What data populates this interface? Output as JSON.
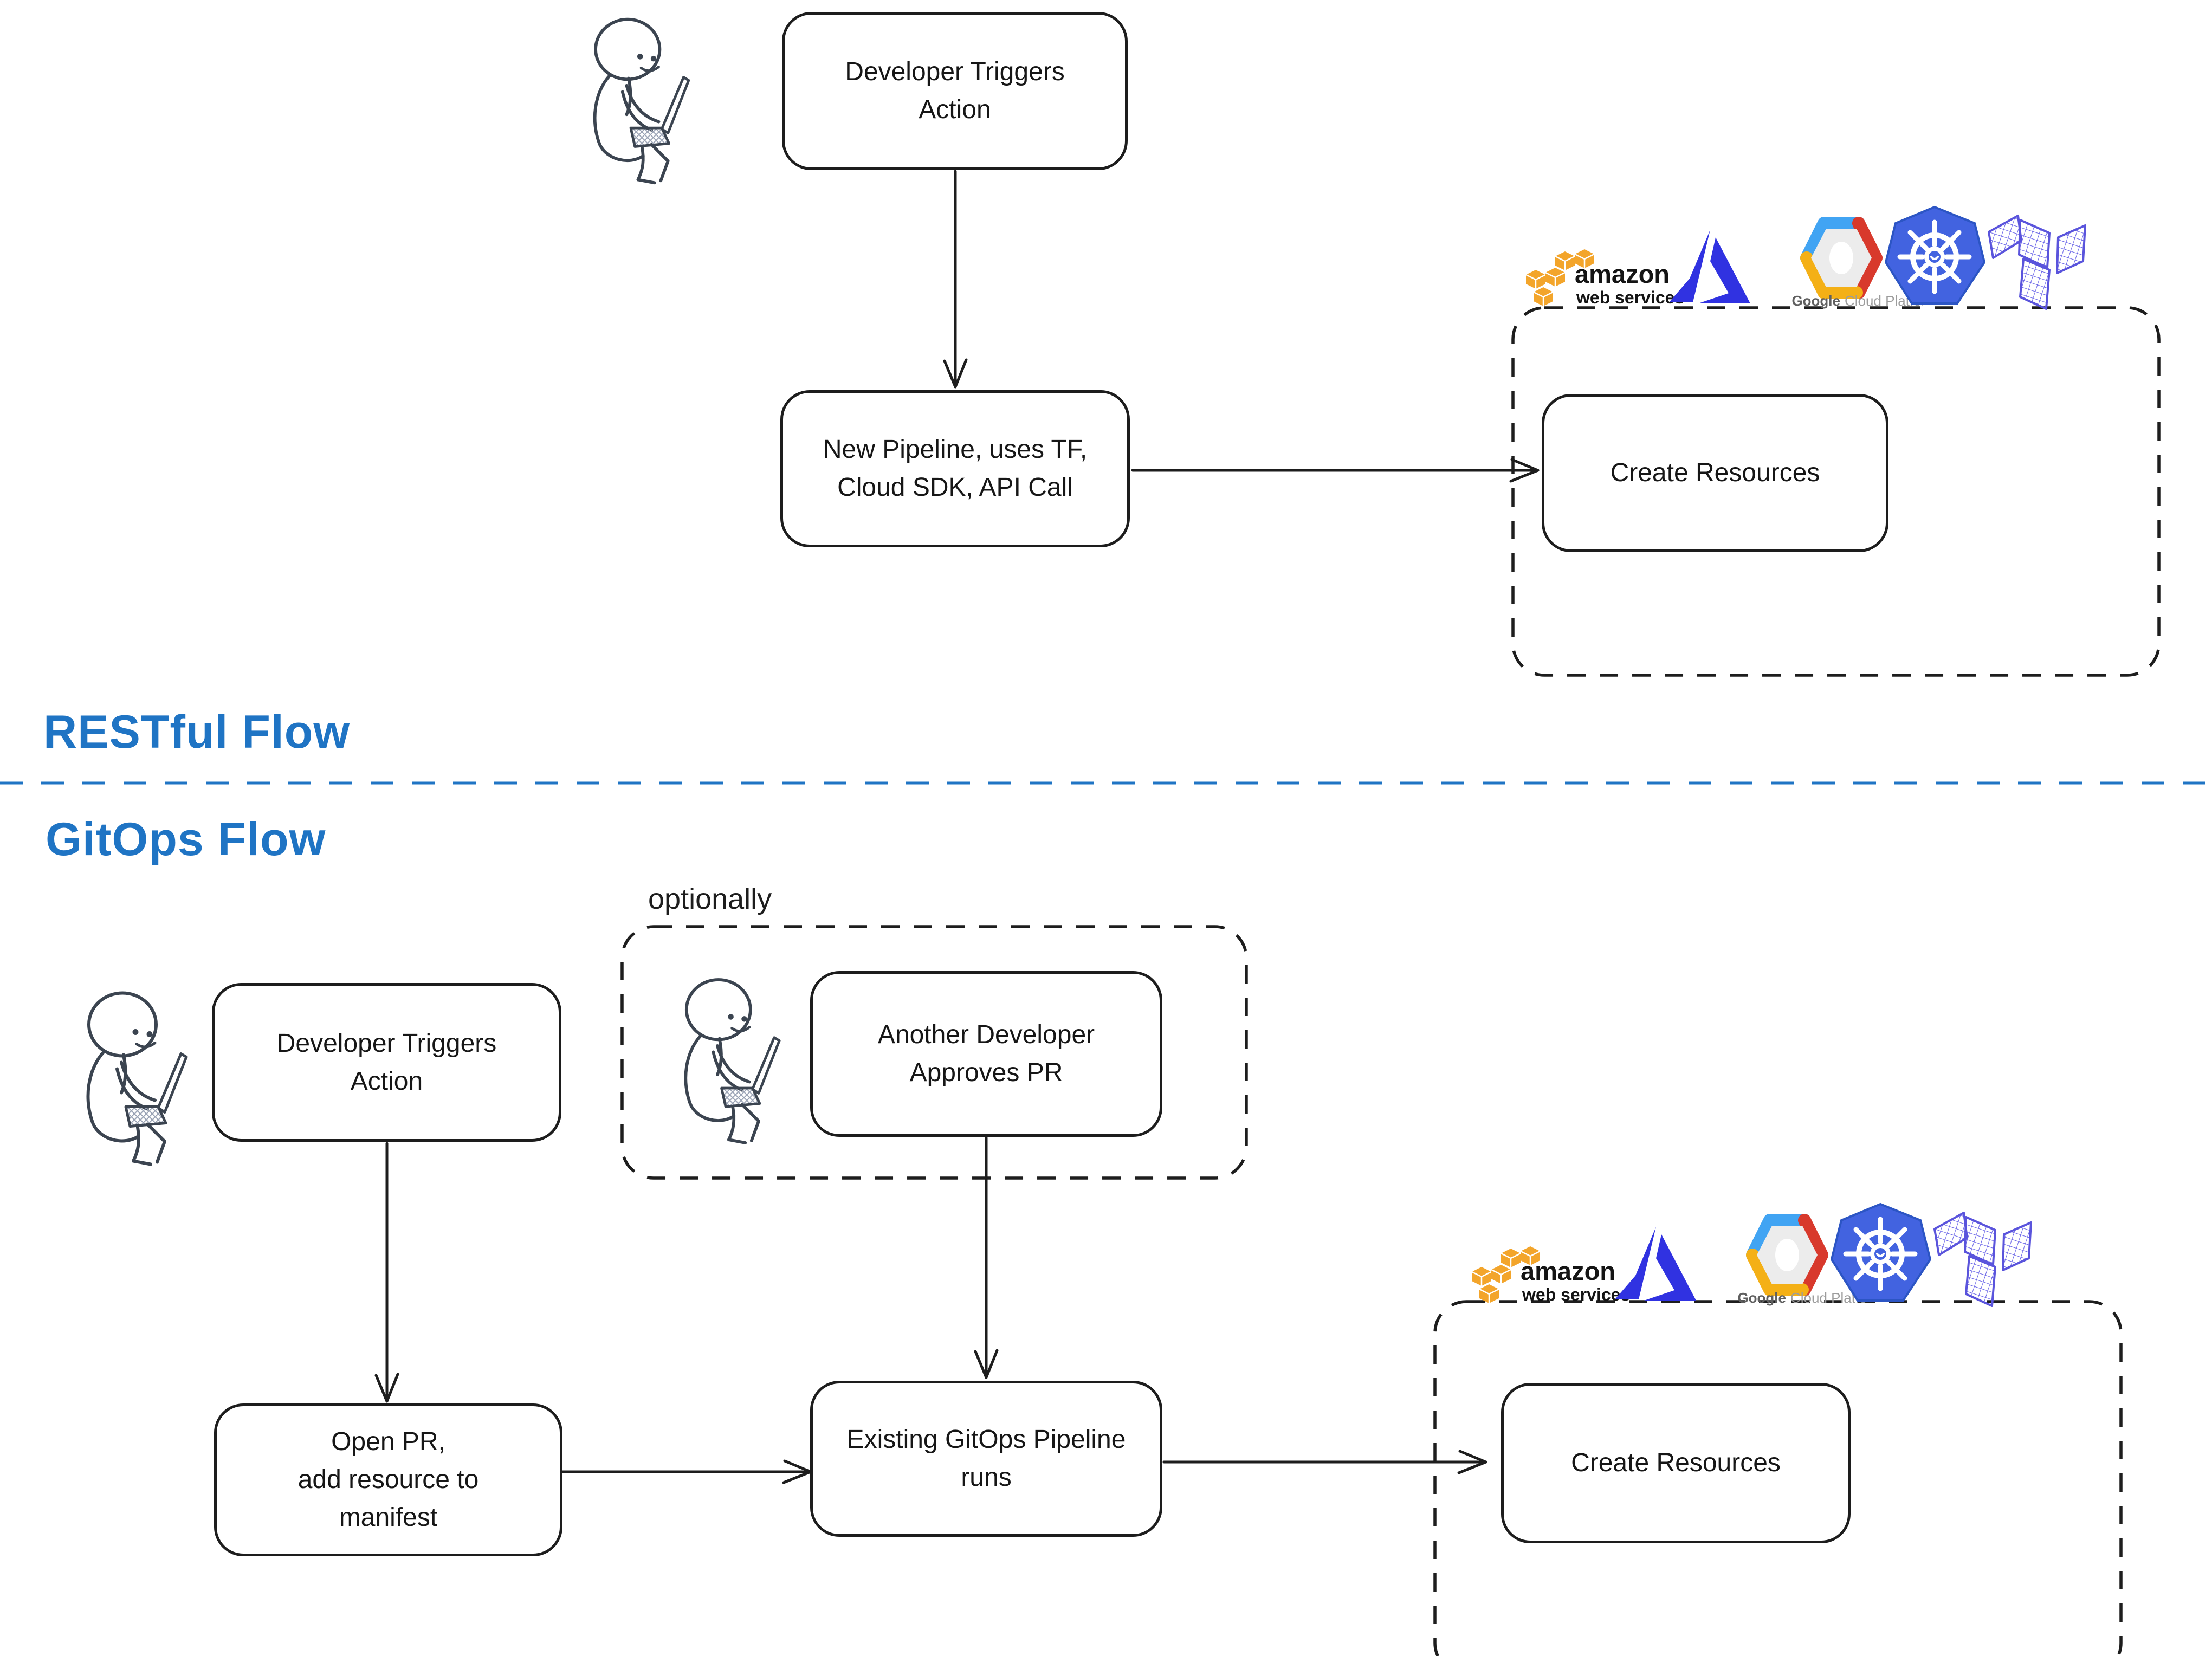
{
  "canvas": {
    "background": "#ffffff",
    "ink": "#1d1d1d",
    "accent_blue": "#1f74c4"
  },
  "sections": {
    "restful": {
      "label": "RESTful Flow"
    },
    "gitops": {
      "label": "GitOps Flow"
    }
  },
  "restful": {
    "developer_box": "Developer Triggers\nAction",
    "pipeline_box": "New Pipeline, uses TF,\nCloud SDK, API Call",
    "create_resources_box": "Create Resources"
  },
  "gitops": {
    "optionally_label": "optionally",
    "developer_box": "Developer Triggers\nAction",
    "another_developer_box": "Another Developer\nApproves PR",
    "open_pr_box": "Open PR,\nadd resource to\nmanifest",
    "pipeline_box": "Existing GitOps Pipeline\nruns",
    "create_resources_box": "Create Resources"
  },
  "logos": {
    "aws": {
      "name": "Amazon Web Services",
      "word": "amazon",
      "subtext": "web services",
      "cube_color": "#F3A52B",
      "text_color": "#141414"
    },
    "azure": {
      "name": "Microsoft Azure",
      "color": "#3032E1"
    },
    "gcp": {
      "name": "Google Cloud Platform",
      "word_bold": "Google",
      "word_light": "Cloud Platform",
      "blue": "#41A4F3",
      "red": "#D8392C",
      "yellow": "#F4B016",
      "inner": "#ECECEC",
      "text_dark": "#5f5f5f",
      "text_light": "#9c9c9c"
    },
    "kubernetes": {
      "name": "Kubernetes",
      "color": "#4263E0"
    },
    "terraform": {
      "name": "Terraform",
      "color": "#5A54DC"
    }
  }
}
